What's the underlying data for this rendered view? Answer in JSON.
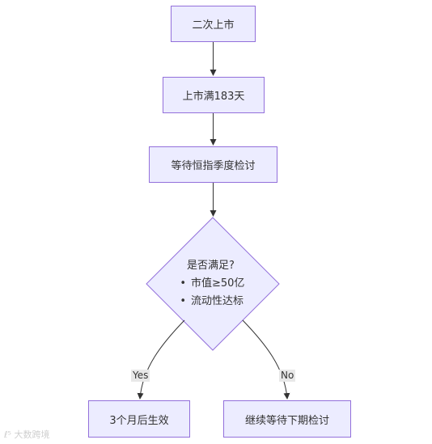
{
  "nodes": {
    "n1": "二次上市",
    "n2": "上市满183天",
    "n3": "等待恒指季度检讨",
    "n4": {
      "question": "是否满足?",
      "conditions": [
        "市值≥50亿",
        "流动性达标"
      ]
    },
    "n5": "3个月后生效",
    "n6": "继续等待下期检讨"
  },
  "edges": {
    "yes": "Yes",
    "no": "No"
  },
  "watermark": "大数跨境",
  "colors": {
    "node_fill": "#ececff",
    "node_border": "#9370db",
    "edge": "#333333"
  }
}
